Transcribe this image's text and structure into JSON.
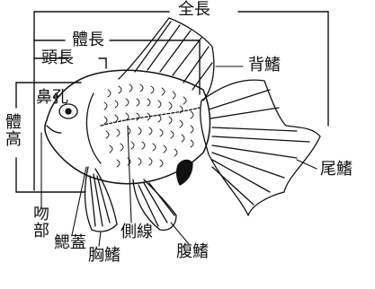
{
  "labels": {
    "total_length": "全長",
    "body_length": "體長",
    "head_length": "頭長",
    "nostril": "鼻孔",
    "body_height": "體高",
    "dorsal_fin": "背鰭",
    "tail_fin": "尾鰭",
    "snout": "吻部",
    "gill_cover": "鰓蓋",
    "pectoral_fin": "胸鰭",
    "lateral_line": "側線",
    "pelvic_fin": "腹鰭"
  },
  "colors": {
    "ink": "#111111",
    "background": "#ffffff"
  }
}
